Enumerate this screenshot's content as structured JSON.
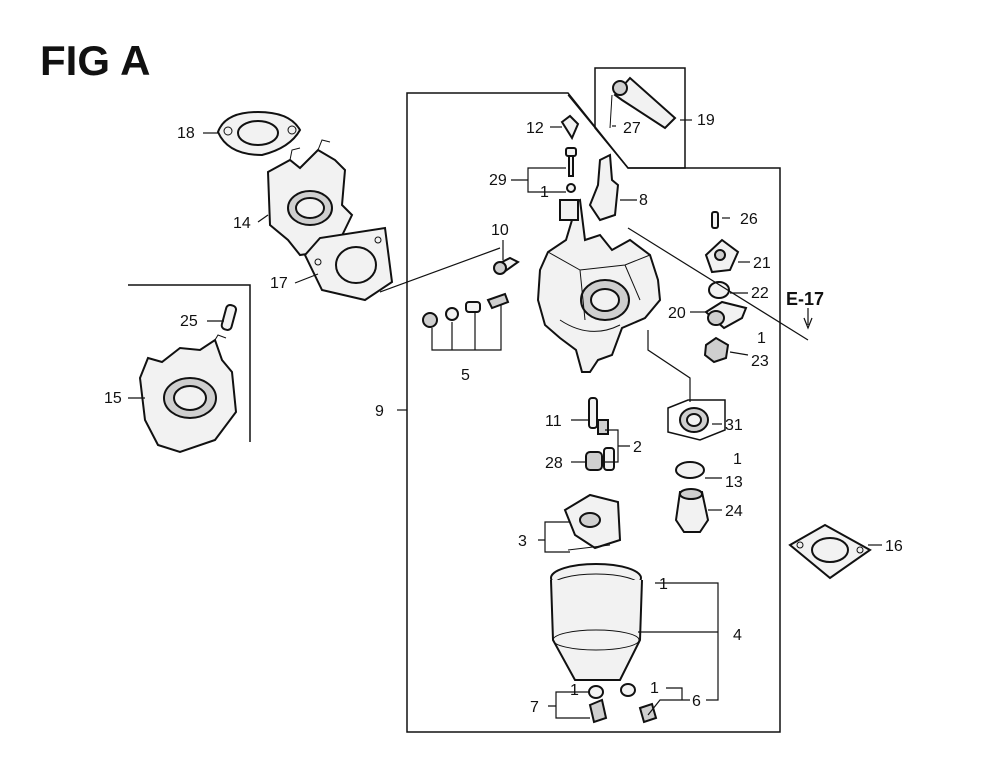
{
  "title": "FIG A",
  "reference": "E-17",
  "callouts": {
    "c1": "1",
    "c2": "2",
    "c3": "3",
    "c4": "4",
    "c5": "5",
    "c6": "6",
    "c7": "7",
    "c8": "8",
    "c9": "9",
    "c10": "10",
    "c11": "11",
    "c12": "12",
    "c13": "13",
    "c14": "14",
    "c15": "15",
    "c16": "16",
    "c17": "17",
    "c18": "18",
    "c19": "19",
    "c20": "20",
    "c21": "21",
    "c22": "22",
    "c23": "23",
    "c24": "24",
    "c25": "25",
    "c26": "26",
    "c27": "27",
    "c28": "28",
    "c29": "29",
    "c31": "31"
  }
}
